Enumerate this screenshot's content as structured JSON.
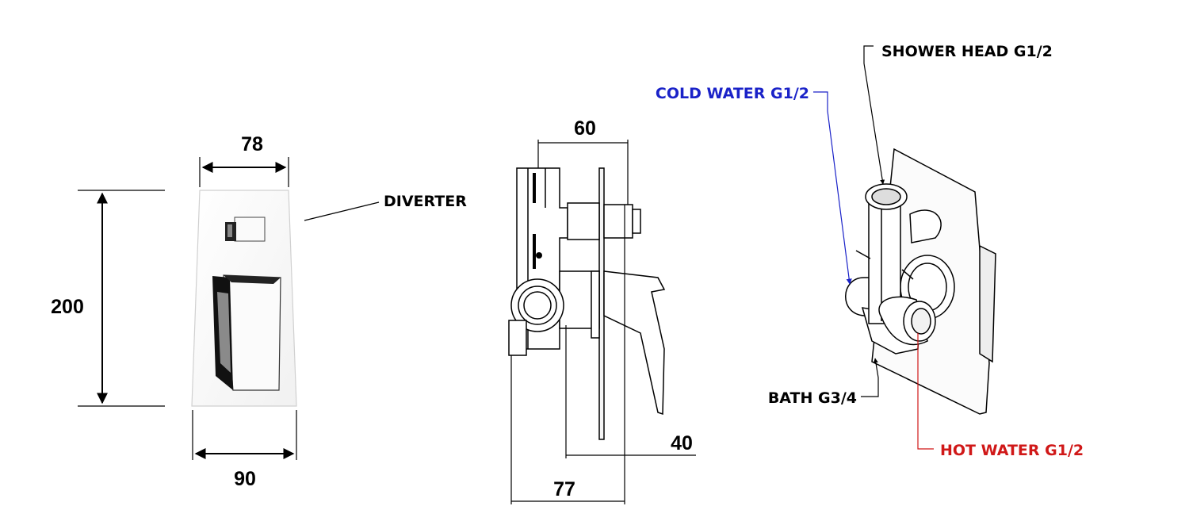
{
  "front_view": {
    "width_top": "78",
    "height": "200",
    "width_bottom": "90",
    "diverter_label": "DIVERTER"
  },
  "side_view": {
    "depth_top": "60",
    "depth_handle": "40",
    "depth_total": "77"
  },
  "iso_view": {
    "shower_head": "SHOWER HEAD G1/2",
    "cold_water": "COLD WATER G1/2",
    "bath": "BATH G3/4",
    "hot_water": "HOT WATER G1/2"
  },
  "colors": {
    "cold": "#1a22c8",
    "hot": "#d01818",
    "line": "#000000"
  }
}
